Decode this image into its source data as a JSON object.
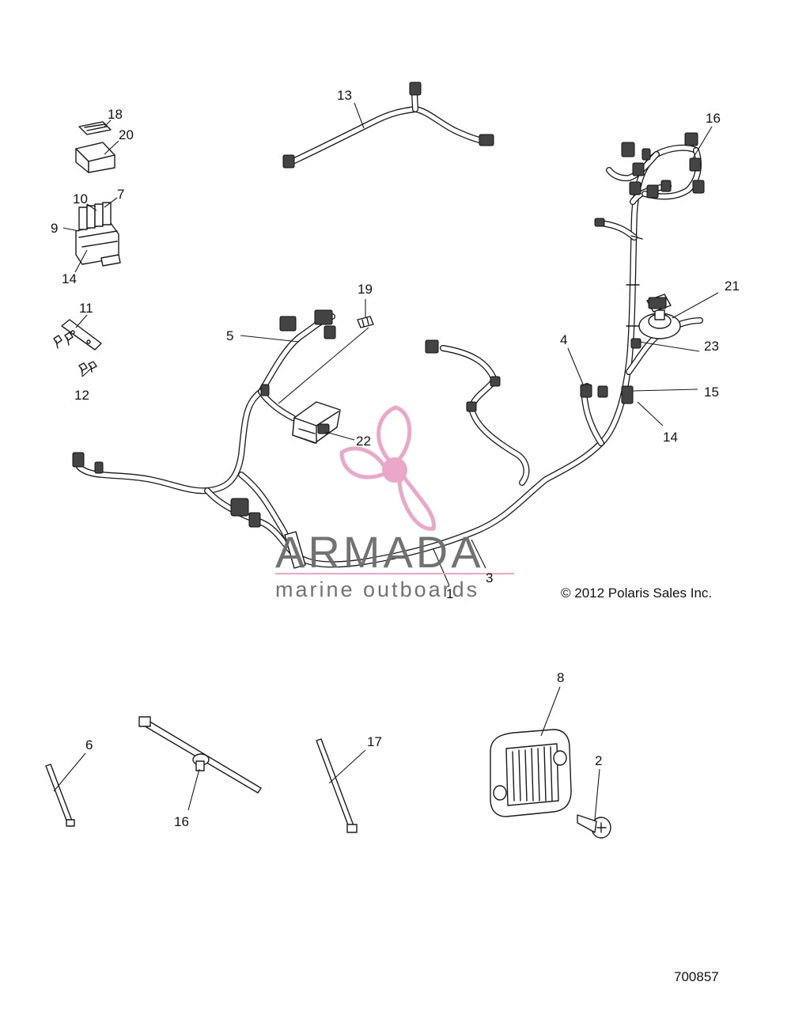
{
  "callouts": [
    {
      "id": "18",
      "text": "18"
    },
    {
      "id": "20",
      "text": "20"
    },
    {
      "id": "10",
      "text": "10"
    },
    {
      "id": "7",
      "text": "7"
    },
    {
      "id": "9",
      "text": "9"
    },
    {
      "id": "14a",
      "text": "14"
    },
    {
      "id": "11",
      "text": "11"
    },
    {
      "id": "12",
      "text": "12"
    },
    {
      "id": "13",
      "text": "13"
    },
    {
      "id": "16a",
      "text": "16"
    },
    {
      "id": "19",
      "text": "19"
    },
    {
      "id": "5",
      "text": "5"
    },
    {
      "id": "22",
      "text": "22"
    },
    {
      "id": "4",
      "text": "4"
    },
    {
      "id": "21",
      "text": "21"
    },
    {
      "id": "23",
      "text": "23"
    },
    {
      "id": "15",
      "text": "15"
    },
    {
      "id": "14b",
      "text": "14"
    },
    {
      "id": "1",
      "text": "1"
    },
    {
      "id": "3",
      "text": "3"
    },
    {
      "id": "8",
      "text": "8"
    },
    {
      "id": "6",
      "text": "6"
    },
    {
      "id": "16b",
      "text": "16"
    },
    {
      "id": "17",
      "text": "17"
    },
    {
      "id": "2",
      "text": "2"
    }
  ],
  "copyright": "© 2012 Polaris Sales Inc.",
  "drawing_number": "700857",
  "watermark": {
    "title": "ARMADA",
    "subtitle": "marine outboards",
    "color": "#e8a3c8"
  },
  "colors": {
    "ink": "#1a1a1a",
    "watermark_gray": "#6b6b6b",
    "watermark_pink": "#e8a3c8"
  }
}
